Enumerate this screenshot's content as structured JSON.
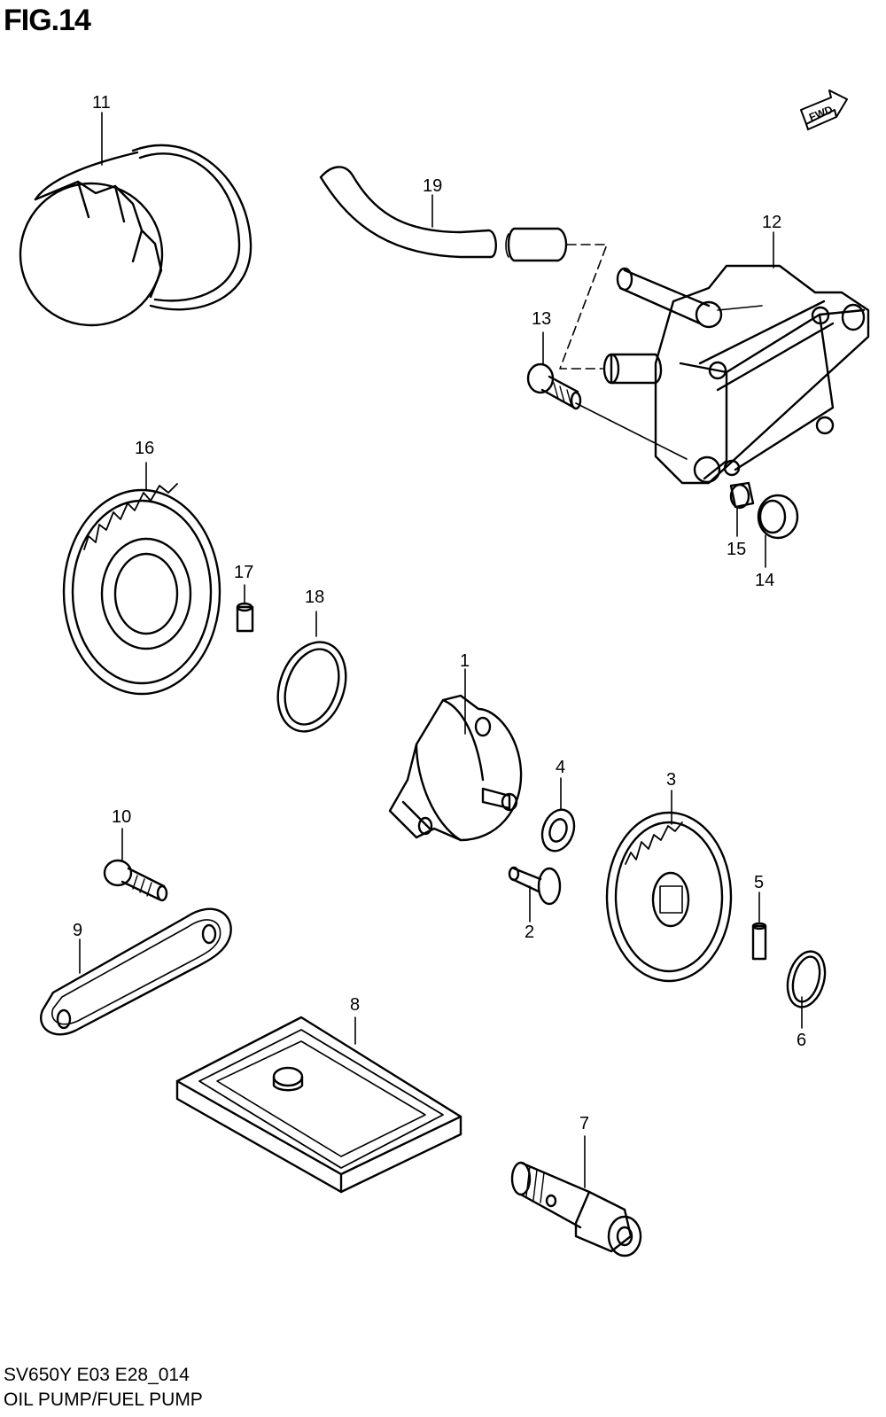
{
  "figure_title": "FIG.14",
  "fwd_label": "FWD",
  "callouts": {
    "p1": "1",
    "p2": "2",
    "p3": "3",
    "p4": "4",
    "p5": "5",
    "p6": "6",
    "p7": "7",
    "p8": "8",
    "p9": "9",
    "p10": "10",
    "p11": "11",
    "p12": "12",
    "p13": "13",
    "p14": "14",
    "p15": "15",
    "p16": "16",
    "p17": "17",
    "p18": "18",
    "p19": "19"
  },
  "footer": {
    "model_code": "SV650Y E03 E28_014",
    "caption": "OIL PUMP/FUEL PUMP"
  }
}
